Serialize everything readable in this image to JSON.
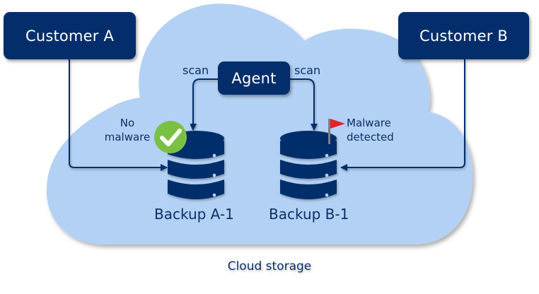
{
  "diagram": {
    "customers": [
      {
        "id": "customer-a",
        "label": "Customer A"
      },
      {
        "id": "customer-b",
        "label": "Customer B"
      }
    ],
    "agent": {
      "label": "Agent"
    },
    "scan_labels": [
      "scan",
      "scan"
    ],
    "backups": [
      {
        "label": "Backup A-1",
        "status": "No malware",
        "status_lines": [
          "No",
          "malware"
        ],
        "status_icon": "check-circle-icon"
      },
      {
        "label": "Backup B-1",
        "status": "Malware detected",
        "status_lines": [
          "Malware",
          "detected"
        ],
        "status_icon": "red-flag-icon"
      }
    ],
    "container": {
      "label": "Cloud storage"
    },
    "colors": {
      "navy": "#032e6b",
      "cloud": "#b3d1f4",
      "check_green": "#7ac143",
      "flag_red": "#e8202a",
      "text": "#0b2f66"
    }
  }
}
